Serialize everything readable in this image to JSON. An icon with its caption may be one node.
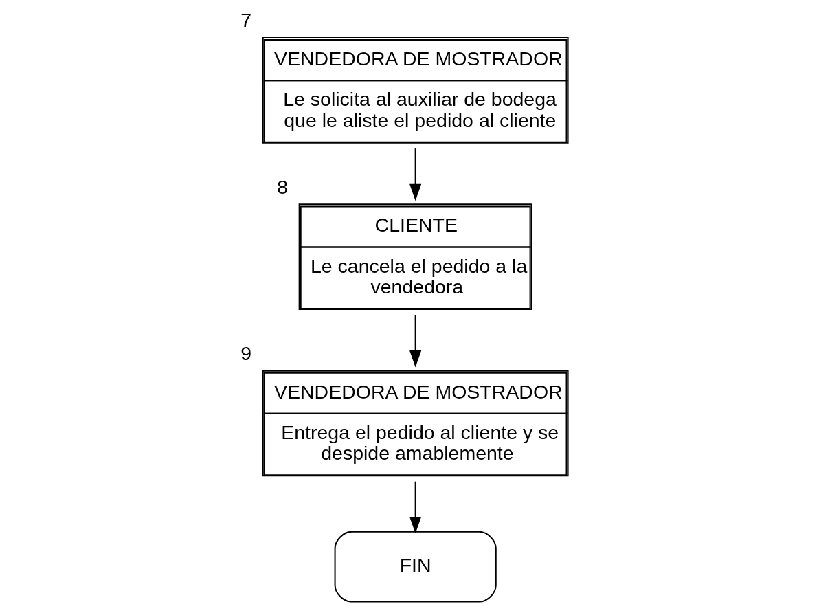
{
  "diagram": {
    "nodes": [
      {
        "text": [
          "VENDEDORA DE MOSTRADOR",
          "Le solicita al auxiliar de bodega que le aliste el pedido al cliente"
        ],
        "beside": [
          "7"
        ]
      },
      {
        "text": [
          "CLIENTE",
          "Le cancela el pedido a la vendedora"
        ],
        "beside": [
          "8"
        ]
      },
      {
        "text": [
          "VENDEDORA DE MOSTRADOR",
          "Entrega el pedido al cliente y se despide amablemente"
        ],
        "beside": [
          "9"
        ]
      },
      {
        "text": [
          "FIN"
        ]
      }
    ],
    "edges": [
      {
        "from": 0,
        "to": 1,
        "arrow": "to"
      },
      {
        "from": 1,
        "to": 2,
        "arrow": "to"
      },
      {
        "from": 2,
        "to": 3,
        "arrow": "to"
      }
    ]
  }
}
